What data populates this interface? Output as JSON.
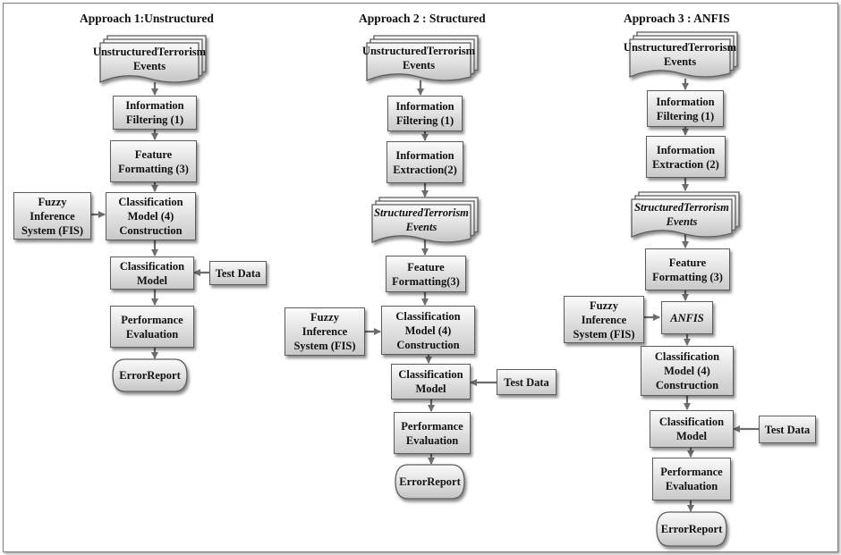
{
  "approaches": [
    {
      "title": "Approach 1:Unstructured",
      "input": [
        "Unstructured",
        "Terrorism Events"
      ],
      "filtering": [
        "Information",
        "Filtering (1)"
      ],
      "formatting": [
        "Feature",
        "Formatting (3)"
      ],
      "fis": [
        "Fuzzy",
        "Inference",
        "System (FIS)"
      ],
      "construction": [
        "Classification",
        "Model (4)",
        "Construction"
      ],
      "model": [
        "Classification",
        "Model"
      ],
      "test": "Test Data",
      "evaluation": [
        "Performance",
        "Evaluation"
      ],
      "report": [
        "Error",
        "Report"
      ]
    },
    {
      "title": "Approach 2 : Structured",
      "input": [
        "Unstructured",
        "Terrorism Events"
      ],
      "filtering": [
        "Information",
        "Filtering (1)"
      ],
      "extraction": [
        "Information",
        "Extraction(2)"
      ],
      "structured": [
        "Structured",
        "Terrorism Events"
      ],
      "formatting": [
        "Feature",
        "Formatting(3)"
      ],
      "fis": [
        "Fuzzy",
        "Inference",
        "System (FIS)"
      ],
      "construction": [
        "Classification",
        "Model (4)",
        "Construction"
      ],
      "model": [
        "Classification",
        "Model"
      ],
      "test": "Test Data",
      "evaluation": [
        "Performance",
        "Evaluation"
      ],
      "report": [
        "Error",
        "Report"
      ]
    },
    {
      "title": "Approach 3 : ANFIS",
      "input": [
        "Unstructured",
        "Terrorism Events"
      ],
      "filtering": [
        "Information",
        "Filtering (1)"
      ],
      "extraction": [
        "Information",
        "Extraction (2)"
      ],
      "structured": [
        "Structured",
        "Terrorism Events"
      ],
      "formatting": [
        "Feature",
        "Formatting (3)"
      ],
      "fis": [
        "Fuzzy",
        "Inference",
        "System (FIS)"
      ],
      "anfis": "ANFIS",
      "construction": [
        "Classification",
        "Model (4)",
        "Construction"
      ],
      "model": [
        "Classification",
        "Model"
      ],
      "test": "Test Data",
      "evaluation": [
        "Performance",
        "Evaluation"
      ],
      "report": [
        "Error",
        "Report"
      ]
    }
  ]
}
